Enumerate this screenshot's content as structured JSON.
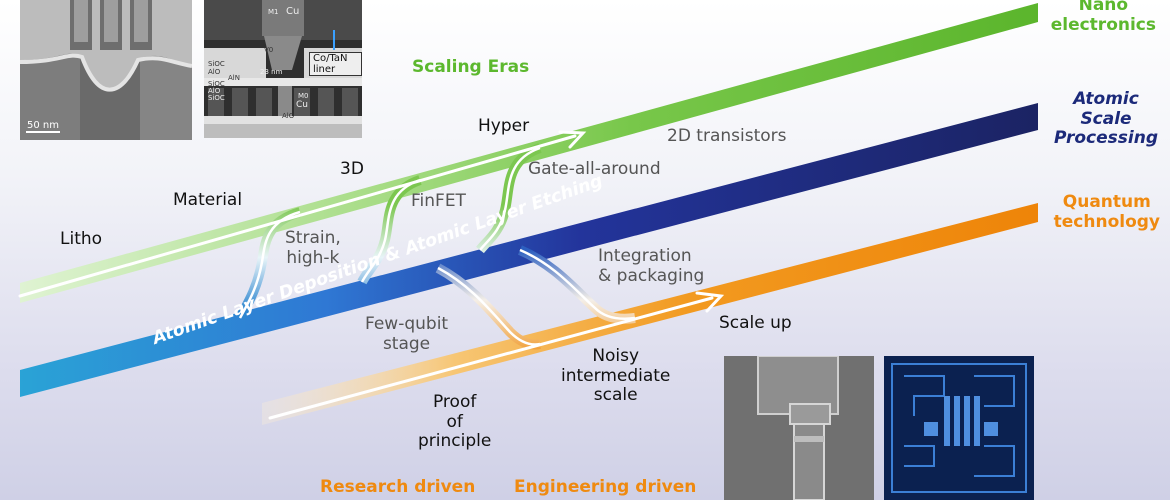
{
  "title": "Scaling Eras",
  "tracks": {
    "nano": {
      "label_line1": "Nano",
      "label_line2": "electronics",
      "color": "#6cc13a"
    },
    "atomic": {
      "label_line1": "Atomic",
      "label_line2": "Scale",
      "label_line3": "Processing",
      "color": "#1b2565"
    },
    "quantum": {
      "label_line1": "Quantum",
      "label_line2": "technology",
      "color": "#f08a0c"
    }
  },
  "band_text": "Atomic Layer Deposition & Atomic Layer Etching",
  "eras": {
    "litho": "Litho",
    "material": "Material",
    "three_d": "3D",
    "hyper": "Hyper"
  },
  "branches": {
    "strain_line1": "Strain,",
    "strain_line2": "high-k",
    "finfet": "FinFET",
    "gaa": "Gate-all-around",
    "twod": "2D transistors",
    "integration_line1": "Integration",
    "integration_line2": "& packaging",
    "fewqubit_line1": "Few-qubit",
    "fewqubit_line2": "stage"
  },
  "quantum_stages": {
    "proof_line1": "Proof",
    "proof_line2": "of",
    "proof_line3": "principle",
    "noisy_line1": "Noisy",
    "noisy_line2": "intermediate",
    "noisy_line3": "scale",
    "scaleup": "Scale up"
  },
  "footer": {
    "research": "Research driven",
    "engineering": "Engineering driven"
  },
  "images": {
    "scale_bar": "50 nm",
    "liner_label": "Co/TaN liner",
    "cu_top": "Cu",
    "m1": "M1",
    "cu_bottom": "Cu",
    "m0": "M0",
    "v0": "V0",
    "dim": "23 nm",
    "layers": [
      "SiOC",
      "AlO",
      "AlN",
      "SiOC",
      "AlO",
      "SiOC",
      "AlO"
    ]
  }
}
